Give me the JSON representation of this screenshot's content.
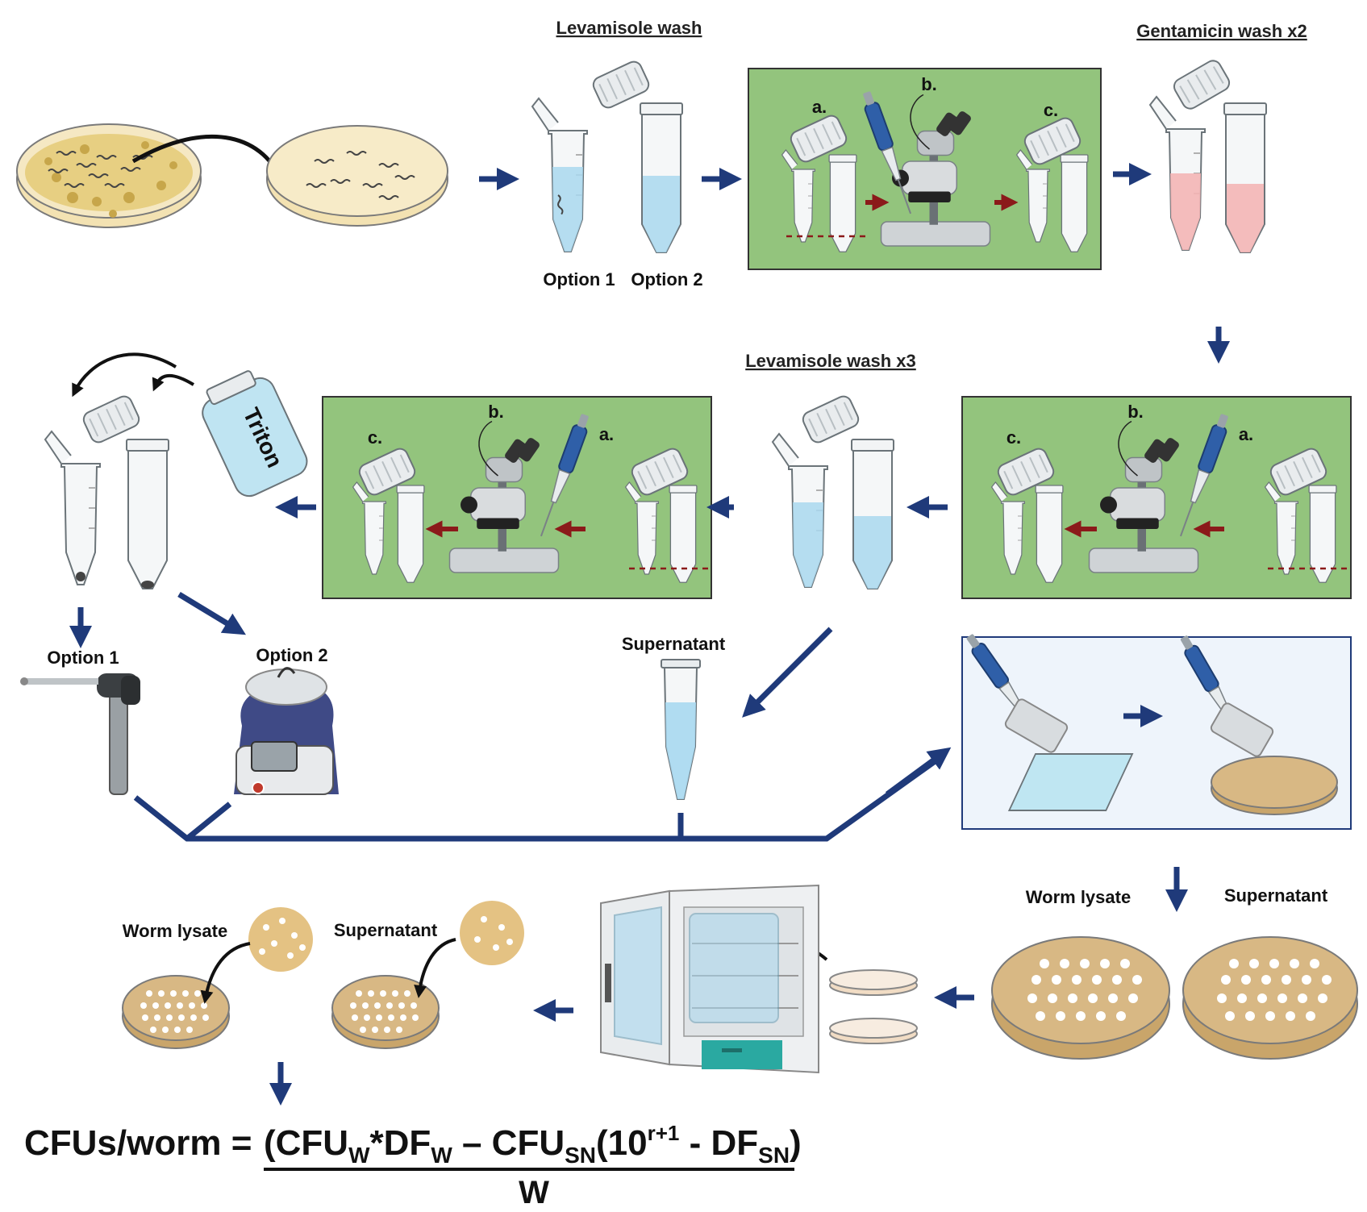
{
  "labels": {
    "levamisole_wash": "Levamisole wash",
    "gentamicin_wash": "Gentamicin wash x2",
    "option1_top": "Option 1",
    "option2_top": "Option 2",
    "levamisole_wash_x3": "Levamisole wash x3",
    "triton": "Triton",
    "option1": "Option 1",
    "option2": "Option 2",
    "supernatant_tube": "Supernatant",
    "worm_lysate_plate": "Worm lysate",
    "supernatant_plate": "Supernatant",
    "worm_lysate_result": "Worm lysate",
    "supernatant_result": "Supernatant"
  },
  "panel_steps": {
    "a": "a.",
    "b": "b.",
    "c": "c."
  },
  "formula": {
    "lhs": "CFUs/worm =",
    "open": "(CFU",
    "sub_w": "W",
    "times_df": "*DF",
    "sub_w2": "W",
    "minus_cfu": " – CFU",
    "sub_sn": "SN",
    "ten": "(10",
    "sup_exp": "r+1",
    "minus_df": " - DF",
    "sub_sn2": "SN",
    "close": ")",
    "denominator": "W"
  },
  "colors": {
    "arrow_blue": "#1f3a7a",
    "panel_green": "#93c47d",
    "dark_red_arrow": "#8b1a1a",
    "plate_beige": "#ecd9a8",
    "agar_tan": "#c9a56a",
    "liquid_blue": "#a9d8ef",
    "liquid_pink": "#f4b5b5",
    "panel_blue_bg": "#eef4fb"
  }
}
